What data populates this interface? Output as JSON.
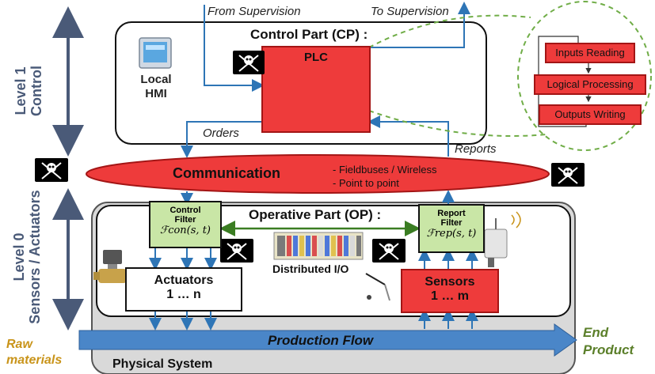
{
  "levels": {
    "level1": "Level 1",
    "level1_sub": "Control",
    "level0": "Level 0",
    "level0_sub": "Sensors / Actuators"
  },
  "supervision": {
    "from": "From Supervision",
    "to": "To Supervision"
  },
  "control_part": {
    "title": "Control Part (CP) :",
    "plc": "PLC",
    "hmi_line1": "Local",
    "hmi_line2": "HMI",
    "orders": "Orders",
    "reports": "Reports"
  },
  "plc_cycle": {
    "steps": [
      "Inputs Reading",
      "Logical Processing",
      "Outputs Writing"
    ]
  },
  "communication": {
    "title": "Communication",
    "items": [
      "-   Fieldbuses / Wireless",
      "-   Point to point"
    ]
  },
  "operative_part": {
    "title": "Operative Part (OP) :",
    "control_filter_line1": "Control",
    "control_filter_line2": "Filter",
    "control_filter_formula": "ℱcon(s, t)",
    "report_filter_line1": "Report",
    "report_filter_line2": "Filter",
    "report_filter_formula": "ℱrep(s, t)",
    "distributed_io": "Distributed I/O",
    "actuators": "Actuators",
    "actuators_range": "1 … n",
    "sensors": "Sensors",
    "sensors_range": "1 … m"
  },
  "physical": {
    "flow": "Production Flow",
    "raw1": "Raw",
    "raw2": "materials",
    "end1": "End",
    "end2": "Product",
    "system": "Physical System"
  },
  "colors": {
    "red": "#ee3b3b",
    "blue": "#2e75b6",
    "green_arrow": "#3a7d22",
    "filter_green": "#c9e6a6",
    "gold_text": "#c9941a",
    "olive_text": "#5b7f2a",
    "side_text": "#4a5a78"
  }
}
